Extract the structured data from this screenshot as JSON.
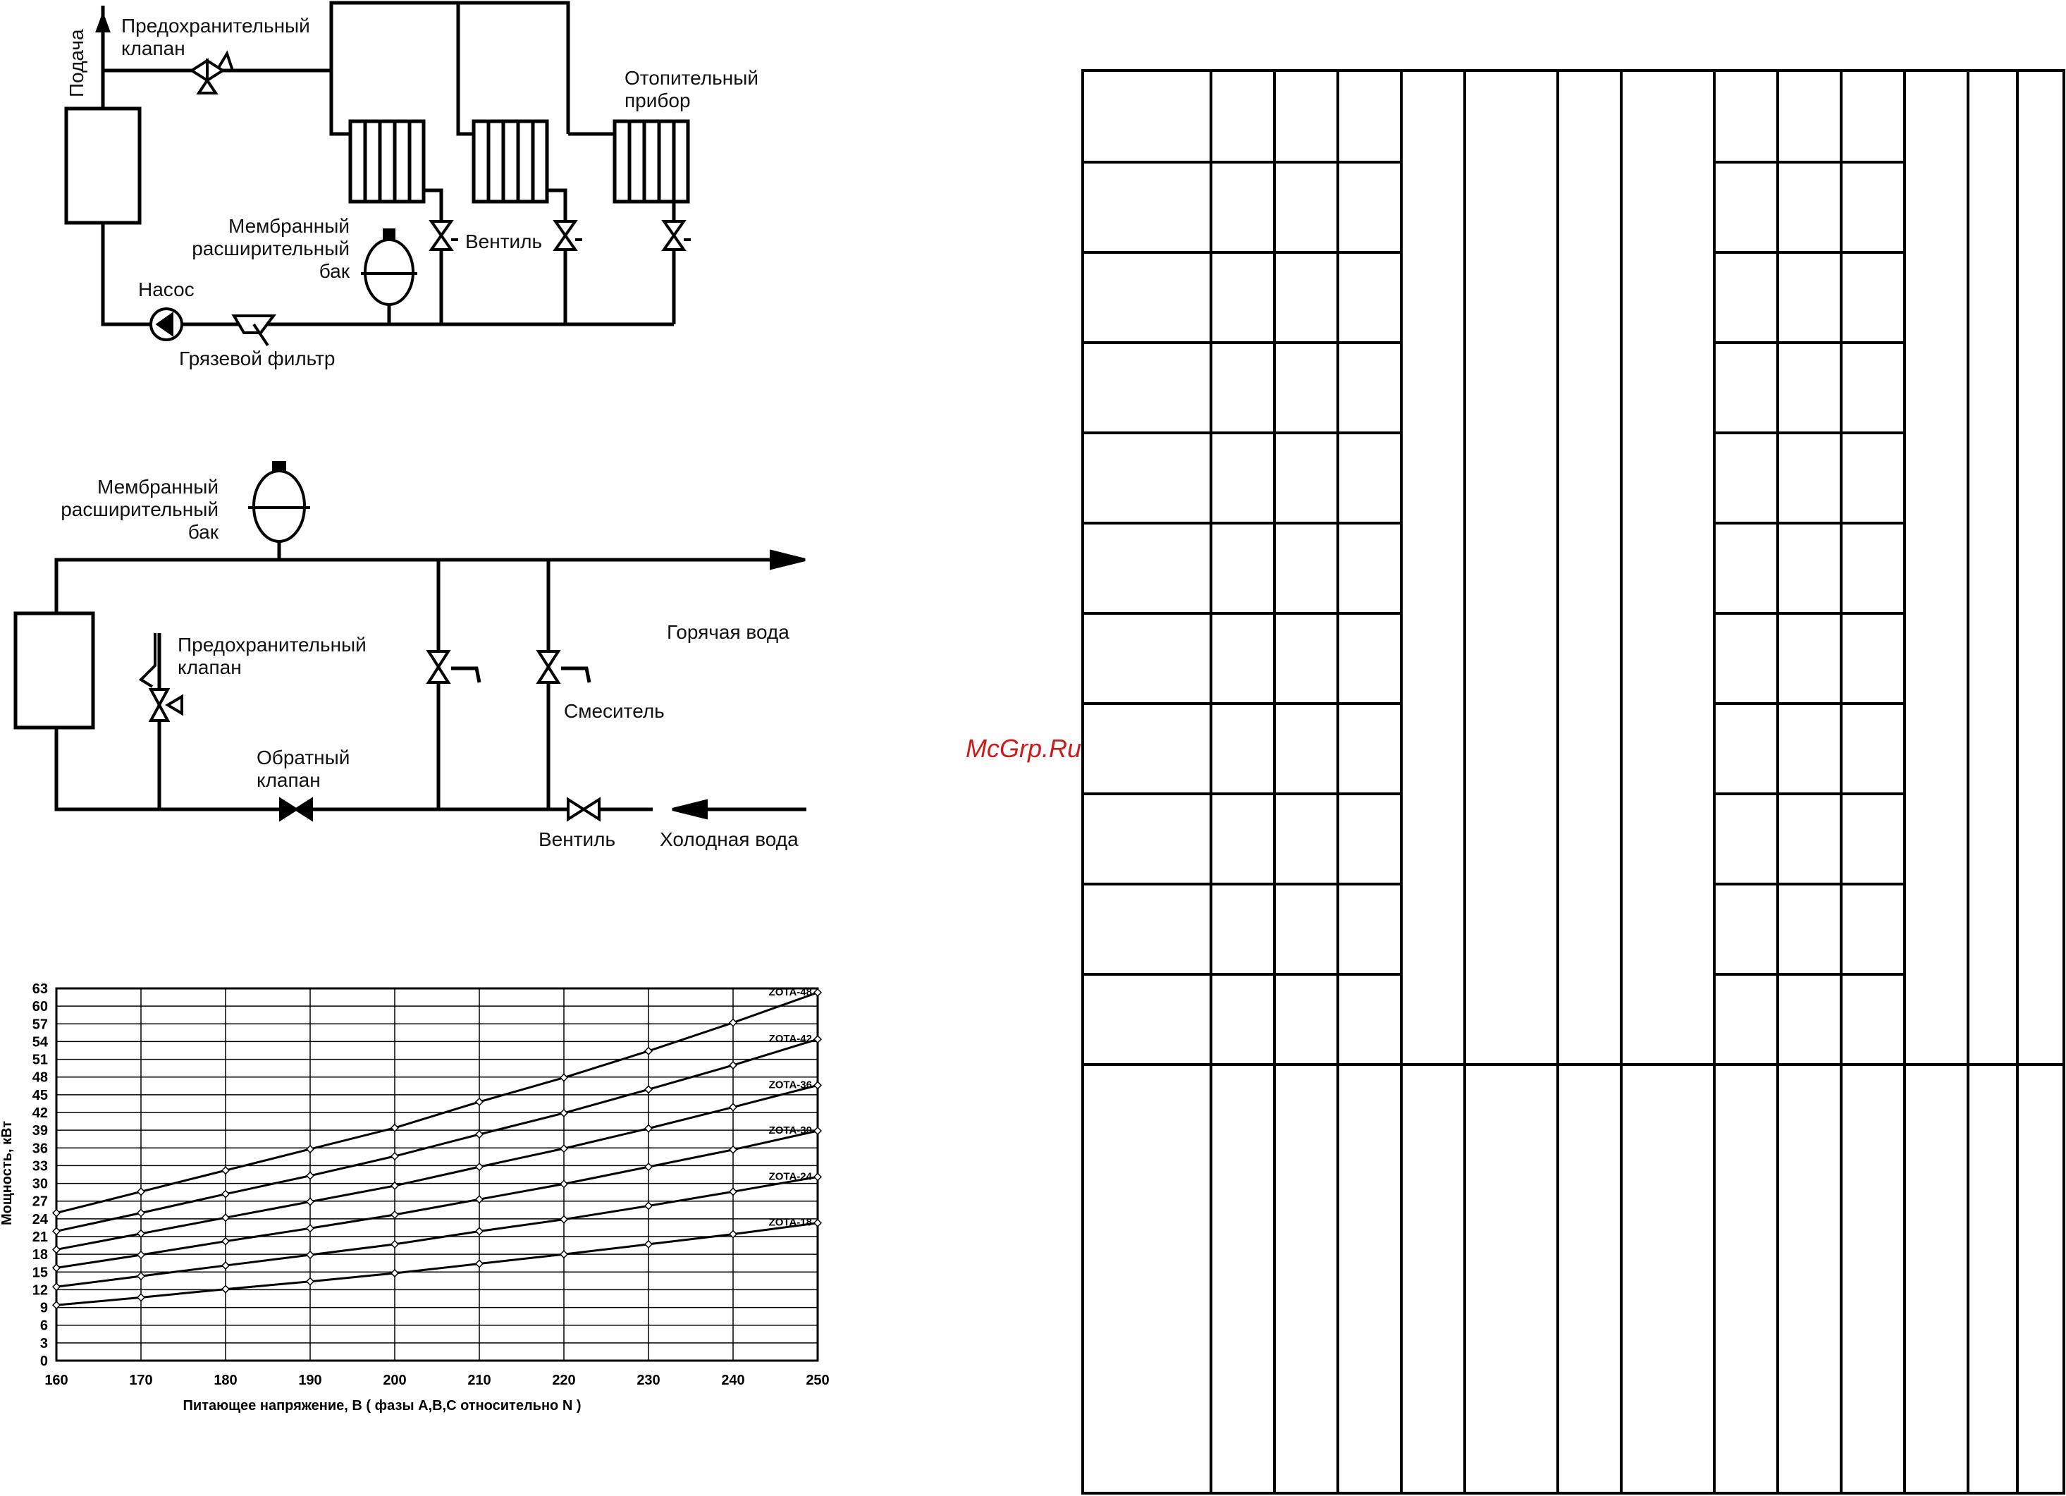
{
  "diagram1": {
    "supply": "Подача",
    "safety_valve": [
      "Предохранительный",
      "клапан"
    ],
    "heater": [
      "Отопительный",
      "прибор"
    ],
    "tank": [
      "Мембранный",
      "расширительный",
      "бак"
    ],
    "valve": "Вентиль",
    "pump": "Насос",
    "filter": "Грязевой фильтр"
  },
  "diagram2": {
    "tank": [
      "Мембранный",
      "расширительный",
      "бак"
    ],
    "safety_valve": [
      "Предохранительный",
      "клапан"
    ],
    "hot_water": "Горячая вода",
    "mixer": "Смеситель",
    "check_valve": [
      "Обратный",
      "клапан"
    ],
    "valve": "Вентиль",
    "cold_water": "Холодная вода"
  },
  "watermark": "McGrp.Ru",
  "chart_data": {
    "type": "line",
    "xlabel": "Питающее напряжение, В ( фазы А,В,С относительно N )",
    "ylabel": "Мощность, кВт",
    "x": [
      160,
      170,
      180,
      190,
      200,
      210,
      220,
      230,
      240,
      250
    ],
    "xlim": [
      160,
      250
    ],
    "ylim": [
      0,
      63
    ],
    "yticks": [
      0,
      3,
      6,
      9,
      12,
      15,
      18,
      21,
      24,
      27,
      30,
      33,
      36,
      39,
      42,
      45,
      48,
      51,
      54,
      57,
      60,
      63
    ],
    "grid": true,
    "series": [
      {
        "name": "ZOTA-48",
        "values": [
          25.0,
          28.6,
          32.2,
          35.8,
          39.4,
          43.8,
          47.9,
          52.4,
          57.2,
          62.3
        ]
      },
      {
        "name": "ZOTA-42",
        "values": [
          21.9,
          25.0,
          28.2,
          31.3,
          34.6,
          38.3,
          41.9,
          45.9,
          50.0,
          54.4
        ]
      },
      {
        "name": "ZOTA-36",
        "values": [
          18.8,
          21.5,
          24.2,
          26.9,
          29.6,
          32.8,
          35.9,
          39.3,
          42.9,
          46.6
        ]
      },
      {
        "name": "ZOTA-30",
        "values": [
          15.7,
          17.9,
          20.2,
          22.4,
          24.7,
          27.3,
          29.9,
          32.8,
          35.7,
          38.9
        ]
      },
      {
        "name": "ZOTA-24",
        "values": [
          12.5,
          14.3,
          16.1,
          17.9,
          19.7,
          21.9,
          23.9,
          26.2,
          28.6,
          31.1
        ]
      },
      {
        "name": "ZOTA-18",
        "values": [
          9.4,
          10.7,
          12.1,
          13.4,
          14.8,
          16.4,
          18.0,
          19.7,
          21.4,
          23.3
        ]
      }
    ]
  }
}
